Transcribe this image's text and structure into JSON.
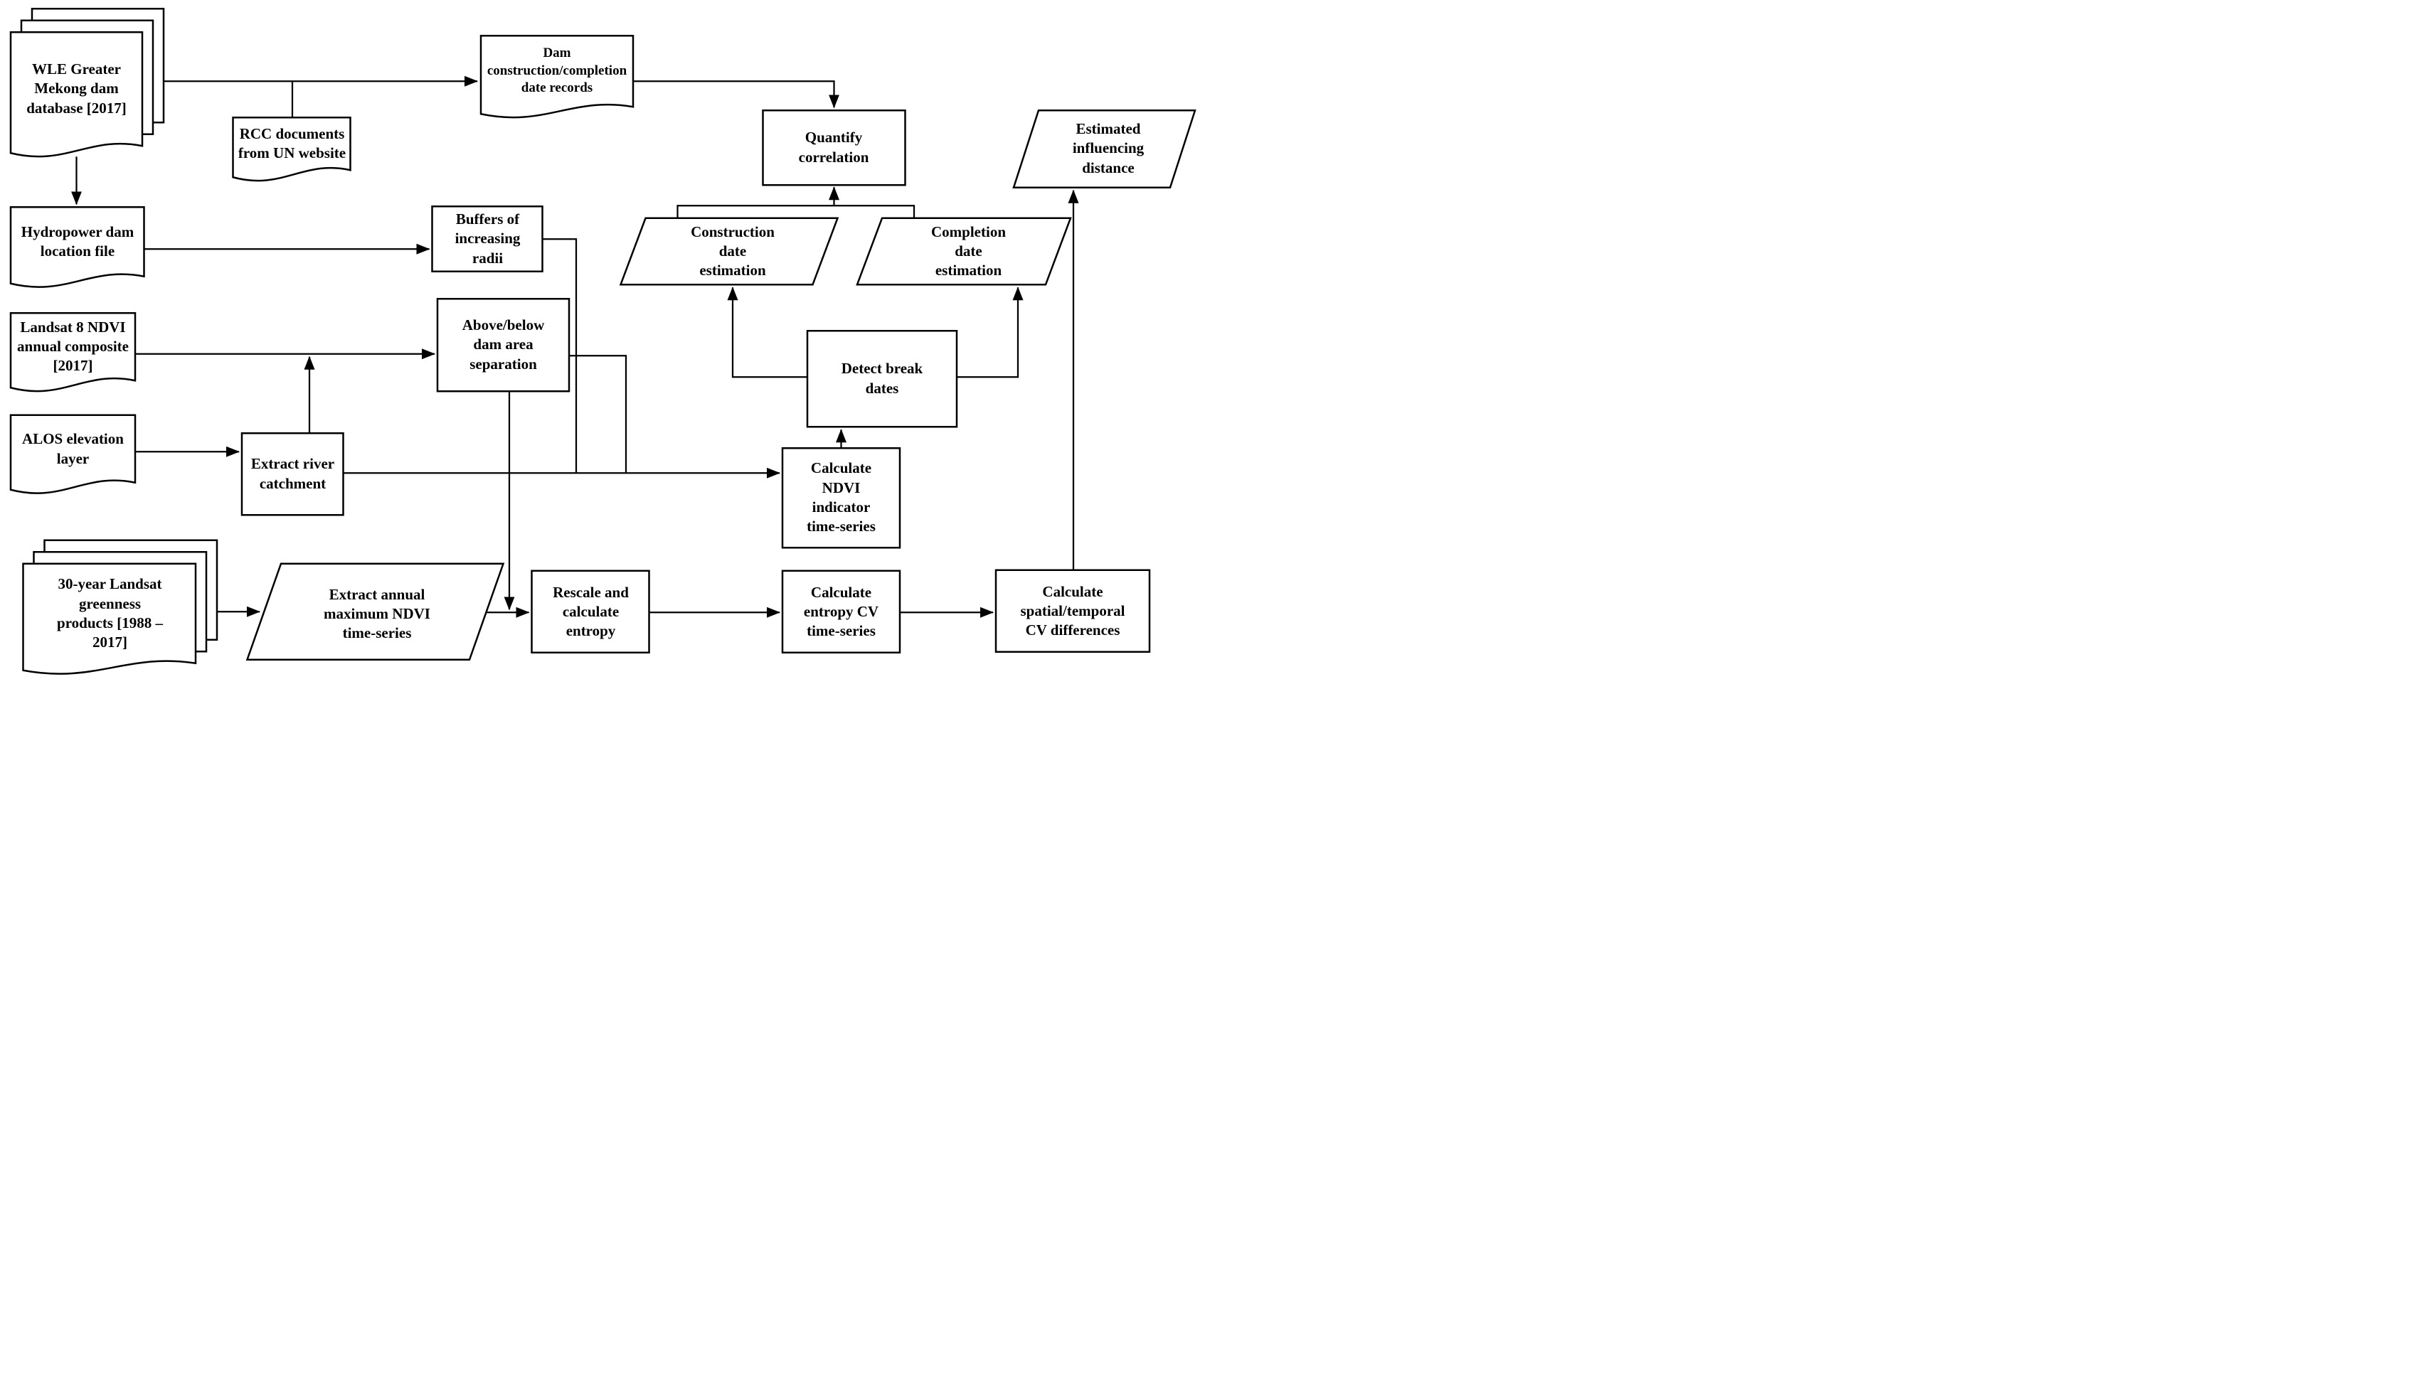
{
  "palette": {
    "background": "#ffffff",
    "line": "#000000",
    "text": "#000000"
  },
  "nodes": {
    "wle_db": {
      "shape": "document-stack",
      "label": "WLE Greater\nMekong dam\ndatabase [2017]"
    },
    "rcc_doc": {
      "shape": "document",
      "label": "RCC documents\nfrom UN website"
    },
    "dam_records": {
      "shape": "document",
      "label": "Dam\nconstruction/completion\ndate records"
    },
    "quantify": {
      "shape": "process",
      "label": "Quantify\ncorrelation"
    },
    "est_distance": {
      "shape": "data",
      "label": "Estimated\ninfluencing\ndistance"
    },
    "hydro_file": {
      "shape": "document",
      "label": "Hydropower dam\nlocation file"
    },
    "buffers": {
      "shape": "process",
      "label": "Buffers of\nincreasing\nradii"
    },
    "construction": {
      "shape": "data",
      "label": "Construction\ndate\nestimation"
    },
    "completion": {
      "shape": "data",
      "label": "Completion\ndate\nestimation"
    },
    "landsat8": {
      "shape": "document",
      "label": "Landsat 8 NDVI\nannual composite\n[2017]"
    },
    "above_below": {
      "shape": "process",
      "label": "Above/below\ndam area\nseparation"
    },
    "detect_break": {
      "shape": "process",
      "label": "Detect break\ndates"
    },
    "alos": {
      "shape": "document",
      "label": "ALOS elevation\nlayer"
    },
    "extract_river": {
      "shape": "process",
      "label": "Extract river\ncatchment"
    },
    "calc_ndvi": {
      "shape": "process",
      "label": "Calculate\nNDVI\nindicator\ntime-series"
    },
    "stack30": {
      "shape": "document-stack",
      "label": "30-year Landsat\ngreenness\nproducts [1988 –\n2017]"
    },
    "extract_annual": {
      "shape": "data",
      "label": "Extract annual\nmaximum NDVI\ntime-series"
    },
    "rescale": {
      "shape": "process",
      "label": "Rescale and\ncalculate\nentropy"
    },
    "entropy_cv": {
      "shape": "process",
      "label": "Calculate\nentropy CV\ntime-series"
    },
    "calc_spatial": {
      "shape": "process",
      "label": "Calculate\nspatial/temporal\nCV differences"
    }
  }
}
